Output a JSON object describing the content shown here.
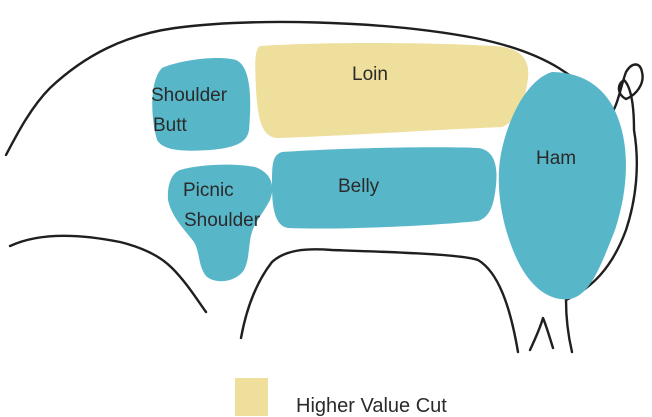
{
  "colors": {
    "higher_value": "#efdf9c",
    "standard_cut": "#58b6c9",
    "outline": "#1f1f1f",
    "text": "#2a2a2a"
  },
  "cuts": {
    "shoulder_butt": {
      "line1": "Shoulder",
      "line2": "Butt"
    },
    "loin": {
      "label": "Loin"
    },
    "picnic_shoulder": {
      "line1": "Picnic",
      "line2": "Shoulder"
    },
    "belly": {
      "label": "Belly"
    },
    "ham": {
      "label": "Ham"
    }
  },
  "legend": {
    "higher_value_label": "Higher Value Cut"
  }
}
